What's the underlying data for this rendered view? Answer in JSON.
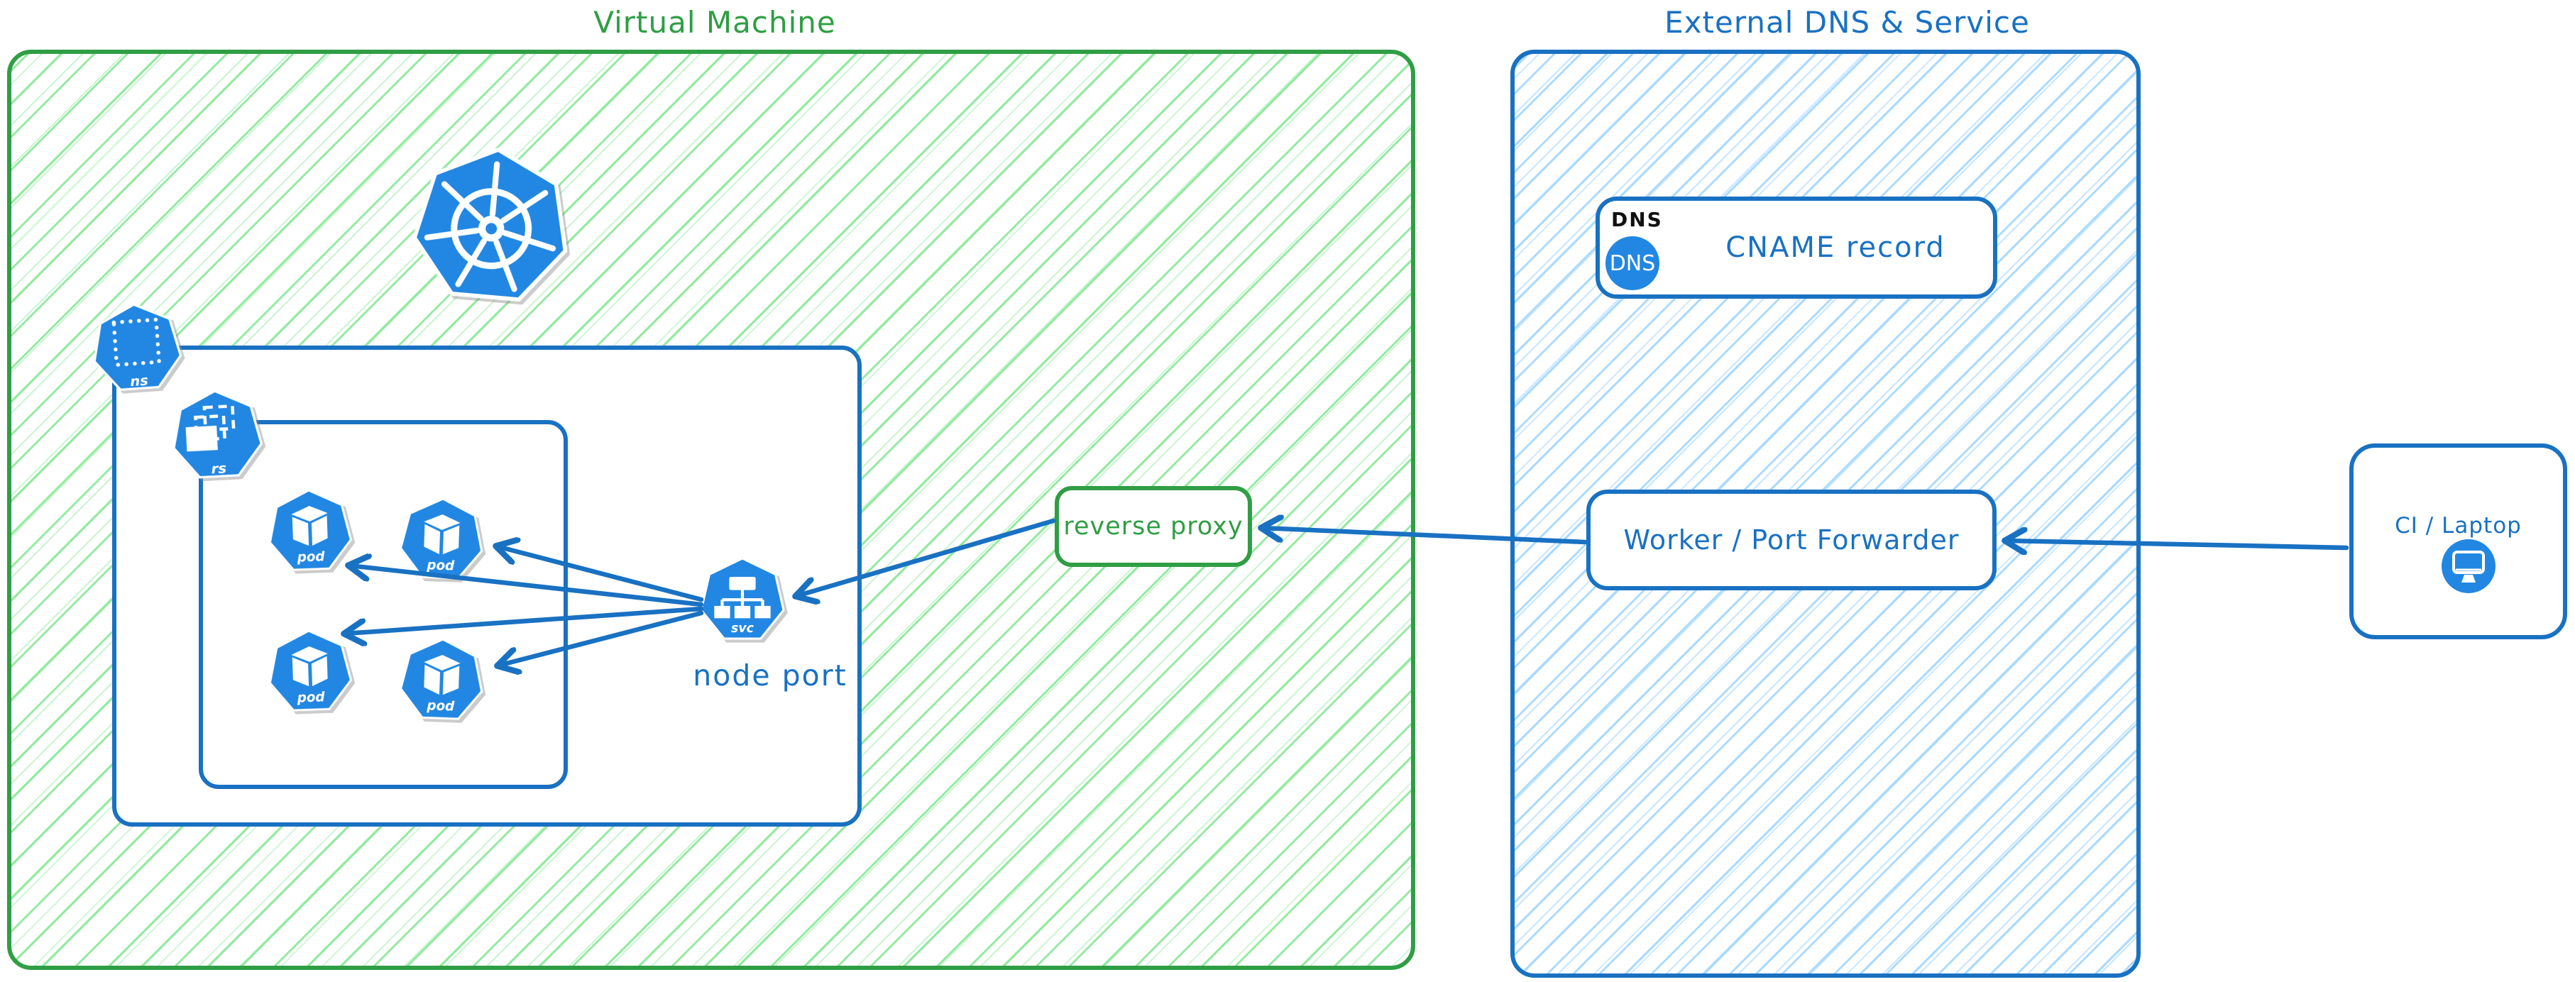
{
  "vm": {
    "title": "Virtual Machine",
    "reverse_proxy_label": "reverse proxy",
    "node_port_label": "node port",
    "icon_labels": {
      "namespace": "ns",
      "replicaset": "rs",
      "pod": "pod",
      "service": "svc"
    }
  },
  "external": {
    "title": "External DNS & Service",
    "dns_box": {
      "tag": "DNS",
      "circle_text": "DNS",
      "record_label": "CNAME record"
    },
    "worker_label": "Worker / Port Forwarder"
  },
  "client": {
    "label": "CI / Laptop"
  },
  "icons": [
    "kubernetes-logo-icon",
    "namespace-icon",
    "replicaset-icon",
    "pod-icon",
    "service-icon",
    "dns-icon",
    "monitor-icon"
  ],
  "colors": {
    "green_stroke": "#2f9e44",
    "green_hatch": "#8ce99a",
    "blue_stroke": "#1971c2",
    "blue_hatch": "#a5d8ff",
    "icon_blue": "#2287e2",
    "background": "#ffffff"
  },
  "connections": [
    {
      "from": "service",
      "to": "pod-1"
    },
    {
      "from": "service",
      "to": "pod-2"
    },
    {
      "from": "service",
      "to": "pod-3"
    },
    {
      "from": "service",
      "to": "pod-4"
    },
    {
      "from": "reverse-proxy",
      "to": "service"
    },
    {
      "from": "worker-port-forwarder",
      "to": "reverse-proxy"
    },
    {
      "from": "ci-laptop",
      "to": "worker-port-forwarder"
    }
  ]
}
